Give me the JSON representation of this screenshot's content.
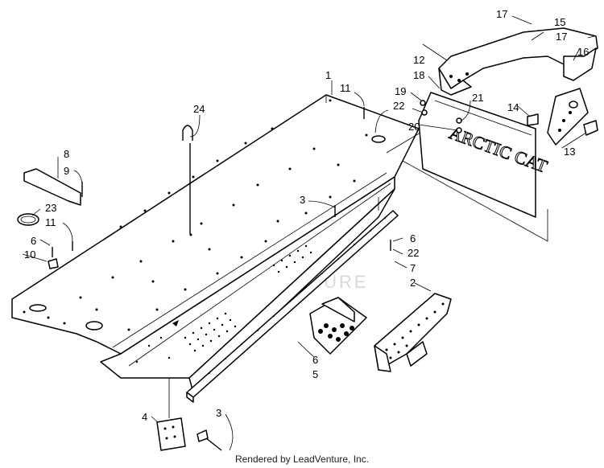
{
  "watermark": "LEADVENTURE",
  "footer": "Rendered by LeadVenture, Inc.",
  "guard_lettering": "ARCTIC CAT",
  "callouts": {
    "c1": "1",
    "c2": "2",
    "c3a": "3",
    "c3b": "3",
    "c4": "4",
    "c5": "5",
    "c6a": "6",
    "c6b": "6",
    "c6c": "6",
    "c7": "7",
    "c8": "8",
    "c9": "9",
    "c10": "10",
    "c11a": "11",
    "c11b": "11",
    "c12": "12",
    "c13": "13",
    "c14": "14",
    "c15": "15",
    "c16": "16",
    "c17a": "17",
    "c17b": "17",
    "c18": "18",
    "c19": "19",
    "c20": "20",
    "c21": "21",
    "c22a": "22",
    "c22b": "22",
    "c23": "23",
    "c24": "24"
  }
}
